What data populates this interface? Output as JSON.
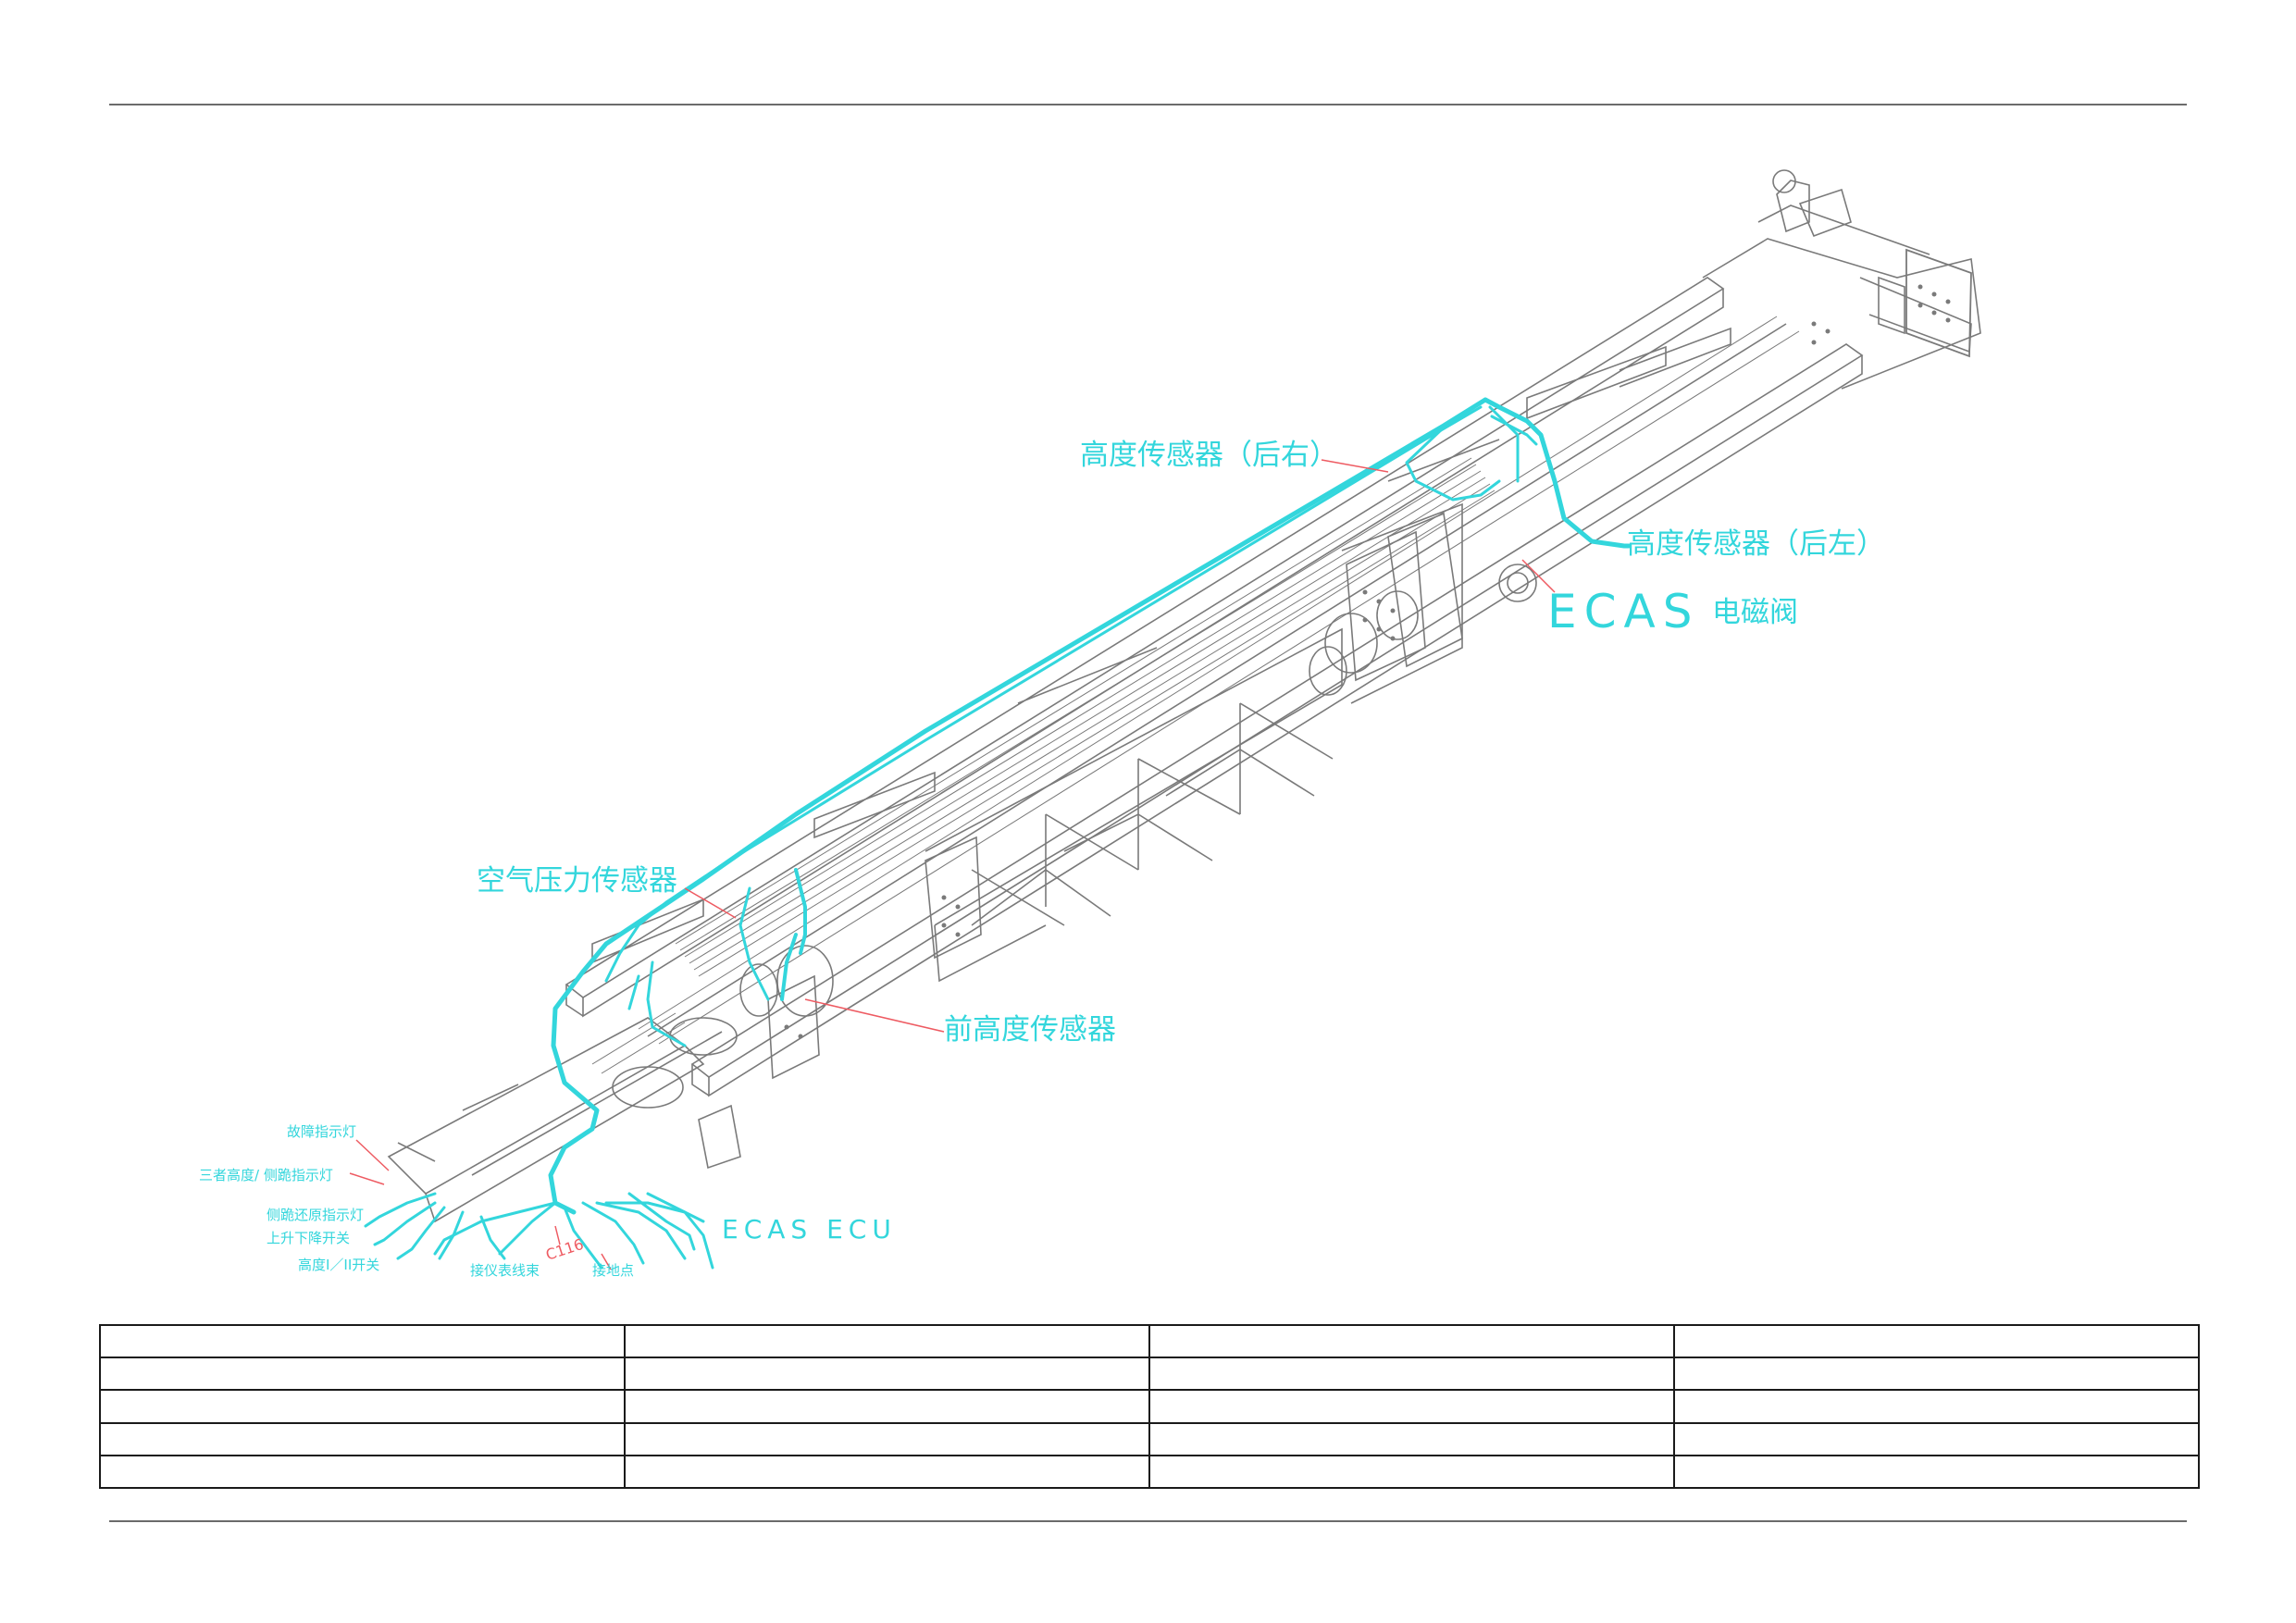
{
  "colors": {
    "harness": "#33d6dc",
    "leader": "#ee5b62",
    "frame": "#7a7a7a",
    "rule": "#6b6b6b"
  },
  "labels": {
    "height_sensor_rear_right": "高度传感器（后右）",
    "height_sensor_rear_left": "高度传感器（后左）",
    "ecas_valve_prefix": "ECAS",
    "ecas_valve_suffix": "电磁阀",
    "air_pressure_sensor": "空气压力传感器",
    "front_height_sensor": "前高度传感器",
    "fault_indicator": "故障指示灯",
    "third_height_indicator": "三者高度/ 侧跪指示灯",
    "kneel_reset_indicator": "侧跪还原指示灯",
    "raise_lower_switch": "上升下降开关",
    "height_switch": "高度I／II开关",
    "instrument_harness": "接仪表线束",
    "ground_point": "接地点",
    "connector_code": "C116",
    "ecas_ecu": "ECAS ECU"
  },
  "title_block": {
    "rows": [
      [
        "",
        "",
        "",
        ""
      ],
      [
        "",
        "",
        "",
        ""
      ],
      [
        "",
        "",
        "",
        ""
      ],
      [
        "",
        "",
        "",
        ""
      ],
      [
        "",
        "",
        "",
        ""
      ]
    ]
  }
}
